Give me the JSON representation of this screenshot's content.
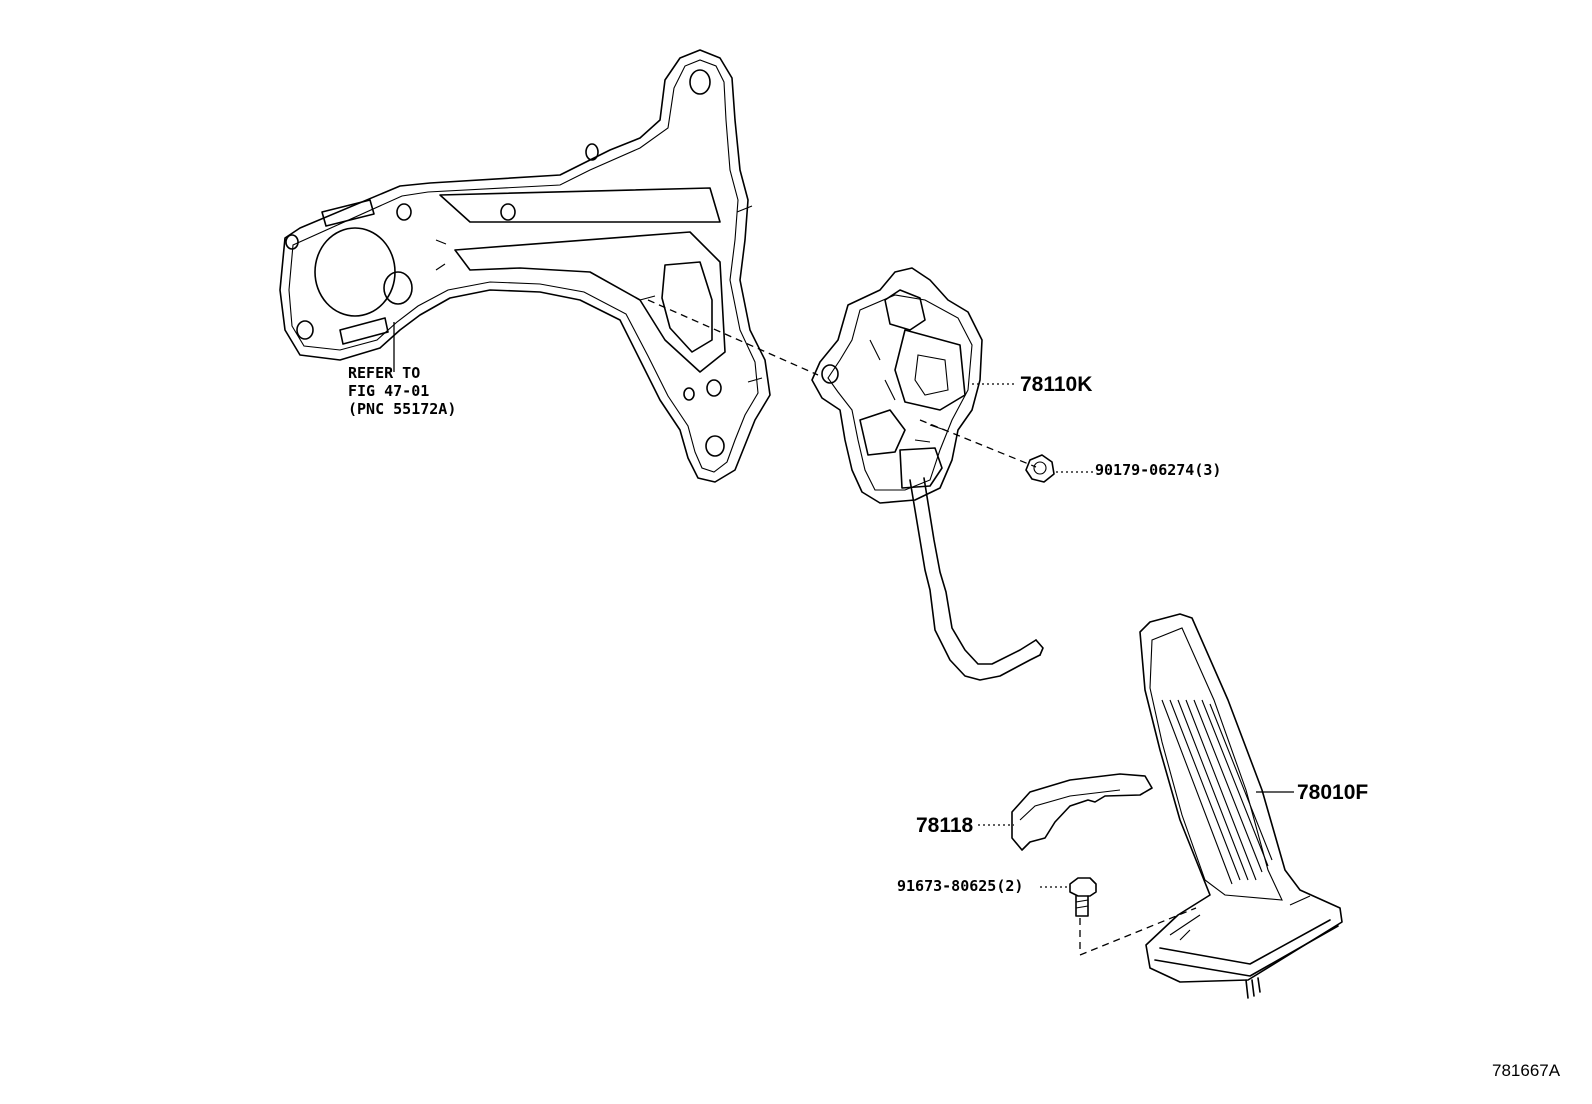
{
  "callouts": {
    "bracket_note_line1": "REFER TO",
    "bracket_note_line2": "FIG 47-01",
    "bracket_note_line3": "(PNC 55172A)",
    "sensor_assembly": "78110K",
    "nut": "90179-06274(3)",
    "pedal_assembly": "78010F",
    "cover": "78118",
    "bolt": "91673-80625(2)"
  },
  "figure_id": "781667A"
}
